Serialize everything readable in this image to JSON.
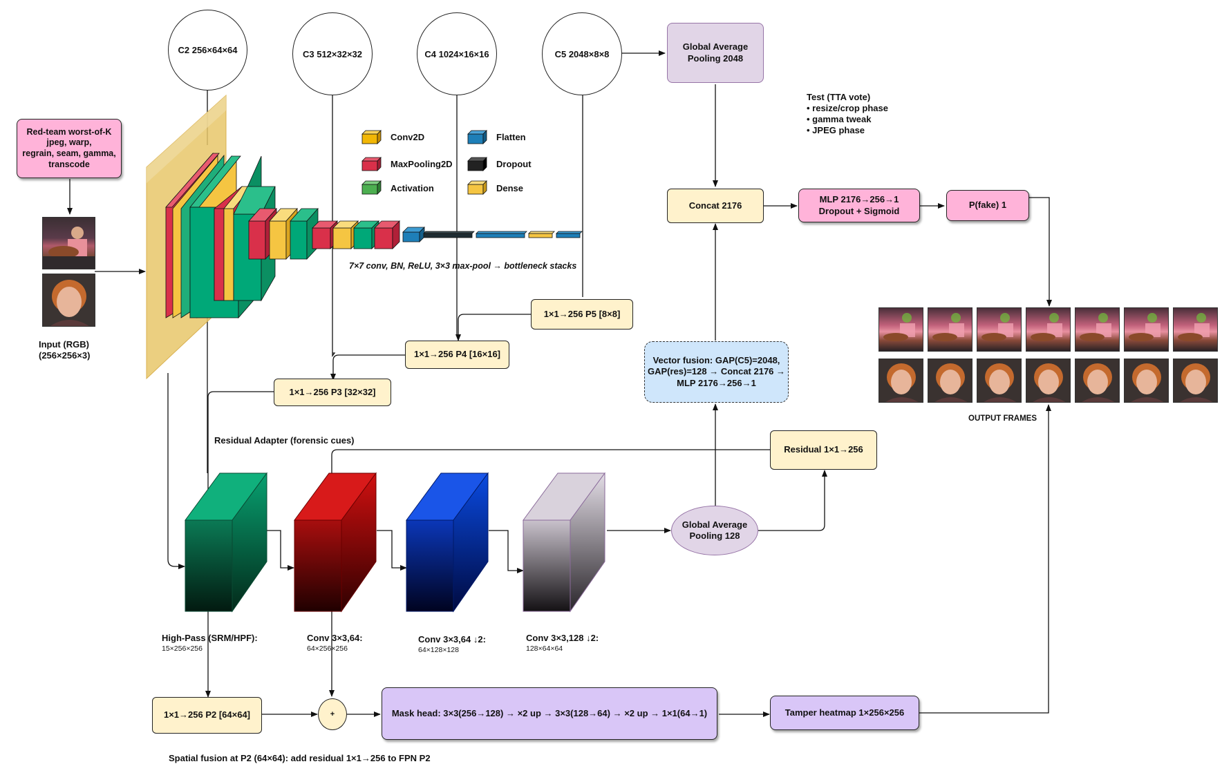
{
  "input": {
    "redteam_box": "Red-team worst-of-K\njpeg, warp,\nregrain, seam, gamma,\ntranscode",
    "label": "Input (RGB)\n(256×256×3)"
  },
  "backbone": {
    "c2": "C2 256×64×64",
    "c3": "C3 512×32×32",
    "c4": "C4 1024×16×16",
    "c5": "C5 2048×8×8",
    "stem_caption": "7×7 conv, BN, ReLU, 3×3 max-pool → bottleneck stacks"
  },
  "legend": {
    "items": [
      {
        "label": "Conv2D",
        "color": "#f2b705"
      },
      {
        "label": "MaxPooling2D",
        "color": "#d9304a"
      },
      {
        "label": "Activation",
        "color": "#4caf50"
      },
      {
        "label": "Flatten",
        "color": "#1e7fb8"
      },
      {
        "label": "Dropout",
        "color": "#222222"
      },
      {
        "label": "Dense",
        "color": "#f5c542"
      }
    ]
  },
  "fpn": {
    "p5": "1×1→256 P5 [8×8]",
    "p4": "1×1→256 P4 [16×16]",
    "p3": "1×1→256 P3 [32×32]",
    "p2": "1×1→256 P2 [64×64]"
  },
  "global_branch": {
    "gap2048": "Global Average\nPooling 2048",
    "concat": "Concat 2176",
    "mlp": "MLP 2176→256→1\nDropout + Sigmoid",
    "pfake": "P(fake) 1",
    "vector_fusion": "Vector fusion: GAP(C5)=2048,\nGAP(res)=128 → Concat 2176 →\nMLP 2176→256→1"
  },
  "test": {
    "title": "Test (TTA vote)",
    "items": [
      "• resize/crop phase",
      "• gamma tweak",
      "• JPEG phase"
    ]
  },
  "output": {
    "label": "OUTPUT FRAMES"
  },
  "residual": {
    "title": "Residual Adapter (forensic cues)",
    "hp_title": "High-Pass (SRM/HPF):",
    "hp_sub": "15×256×256",
    "conv1_title": "Conv 3×3,64:",
    "conv1_sub": "64×256×256",
    "conv2_title": "Conv 3×3,64 ↓2:",
    "conv2_sub": "64×128×128",
    "conv3_title": "Conv 3×3,128 ↓2:",
    "conv3_sub": "128×64×64",
    "gap128": "Global Average\nPooling 128",
    "res_proj": "Residual 1×1→256"
  },
  "fusion": {
    "plus": "+",
    "mask_head": "Mask head: 3×3(256→128) → ×2 up → 3×3(128→64) → ×2 up → 1×1(64→1)",
    "heatmap": "Tamper heatmap 1×256×256",
    "caption": "Spatial fusion at P2 (64×64): add residual 1×1→256 to FPN P2"
  }
}
